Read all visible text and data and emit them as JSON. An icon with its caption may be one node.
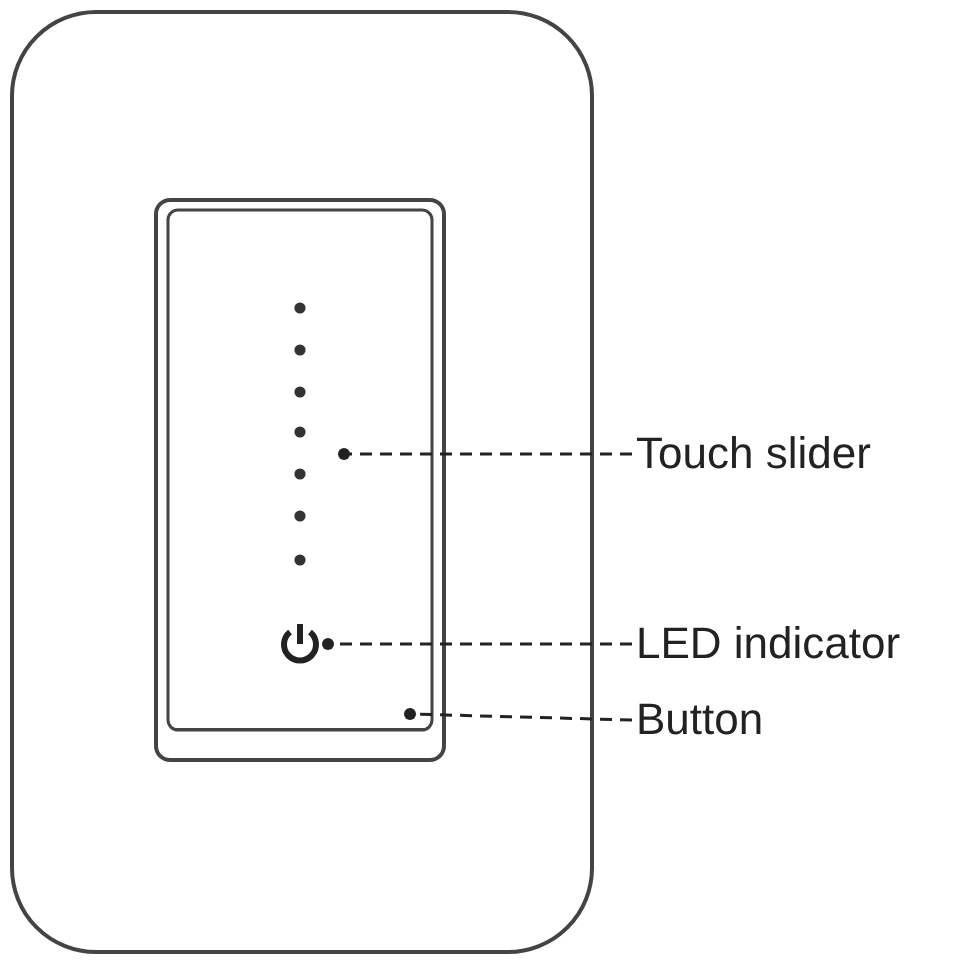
{
  "diagram": {
    "nodes": [
      {
        "text": [
          "Touch slider"
        ]
      },
      {
        "text": [
          "LED indicator"
        ]
      },
      {
        "text": [
          "Button"
        ]
      },
      {
        "text": [],
        "shape": "bar"
      },
      {
        "text": [],
        "shape": "circle"
      },
      {
        "text": [],
        "shape": "box"
      }
    ],
    "edges": [
      {
        "from": 0,
        "to": 3,
        "arrow": "other",
        "style": "dashed"
      },
      {
        "from": 1,
        "to": 4,
        "arrow": "other",
        "style": "dashed"
      },
      {
        "from": 2,
        "to": 5,
        "arrow": "other",
        "style": "dashed"
      }
    ]
  }
}
